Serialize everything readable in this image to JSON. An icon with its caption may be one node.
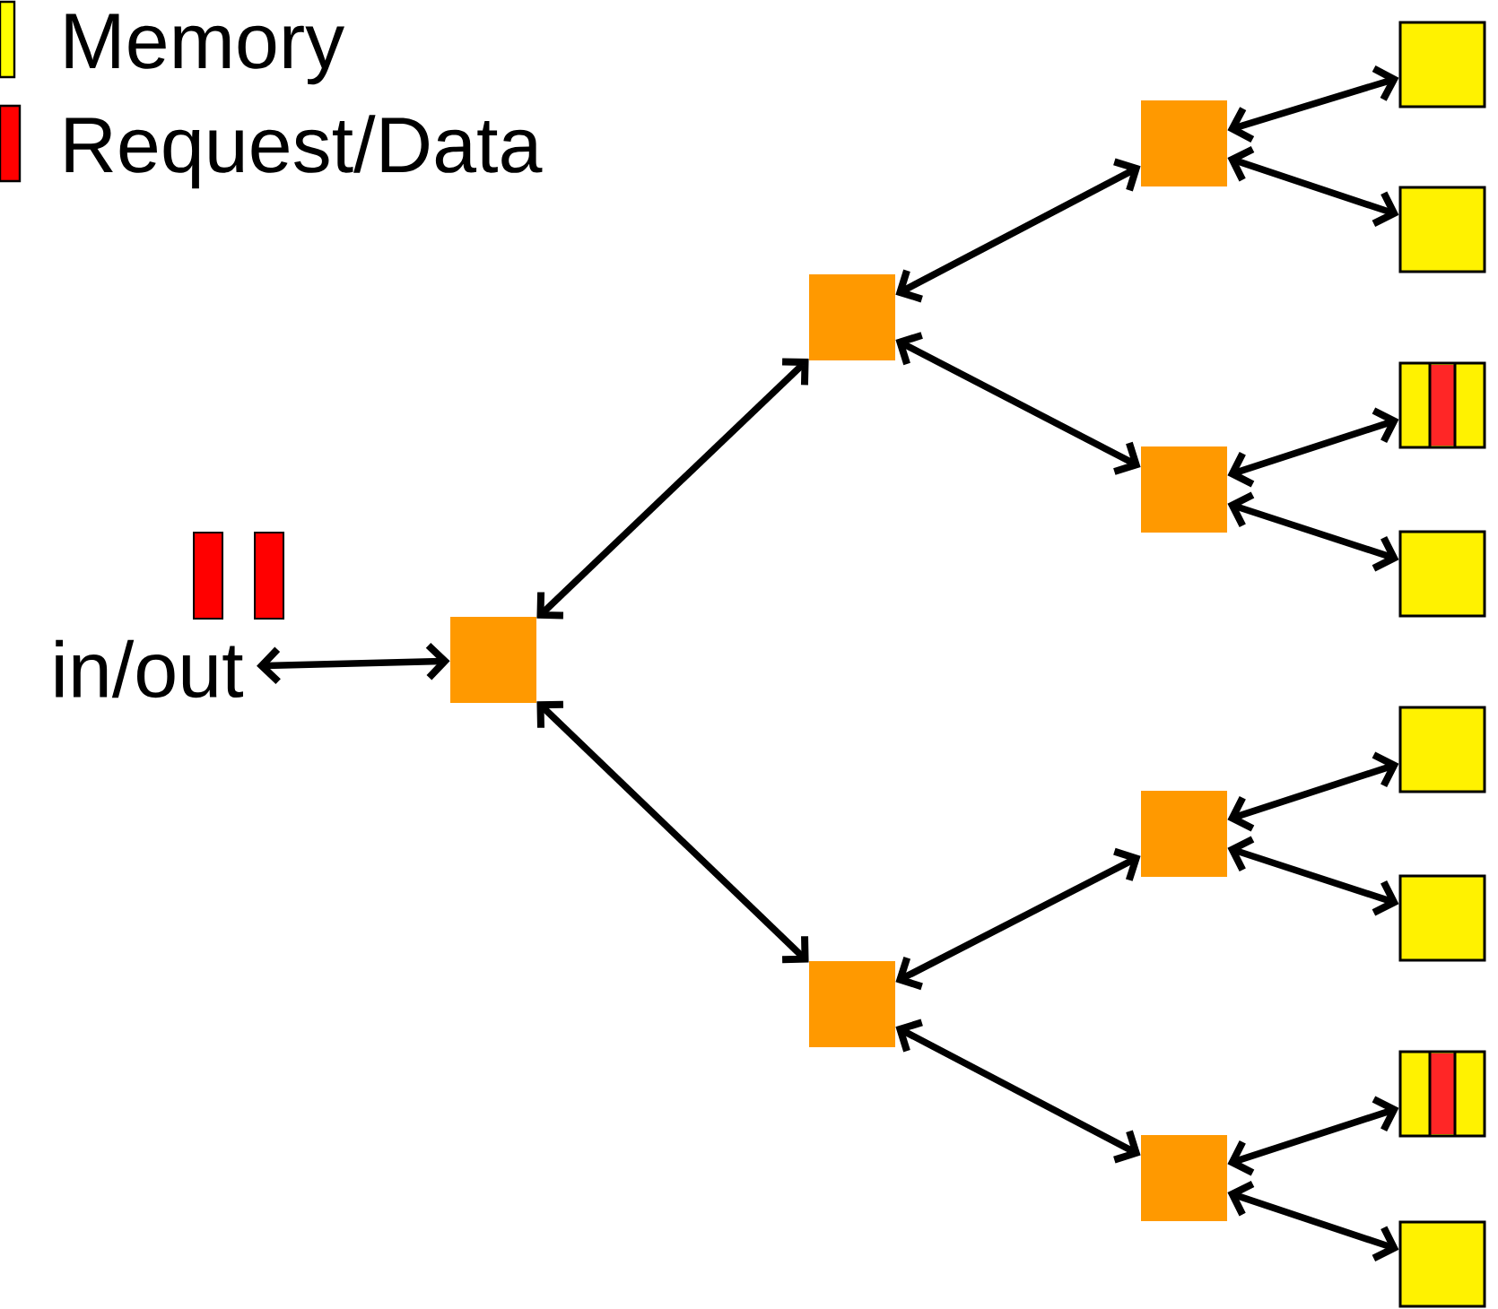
{
  "diagram": {
    "nodes": [
      {
        "text": [
          "in/out"
        ]
      },
      {
        "text": [],
        "shape": "box"
      },
      {
        "text": [],
        "shape": "box"
      },
      {
        "text": [],
        "shape": "box"
      },
      {
        "text": [],
        "shape": "box"
      },
      {
        "text": [],
        "shape": "box"
      },
      {
        "text": [],
        "shape": "box"
      },
      {
        "text": [],
        "shape": "box"
      },
      {
        "text": [],
        "shape": "box"
      },
      {
        "text": [],
        "shape": "box"
      },
      {
        "text": [],
        "shape": "box"
      },
      {
        "text": [],
        "shape": "box"
      },
      {
        "text": [],
        "shape": "box"
      },
      {
        "text": [],
        "shape": "box"
      },
      {
        "text": [],
        "shape": "box"
      },
      {
        "text": [],
        "shape": "box"
      }
    ],
    "edges": [
      {
        "from": 0,
        "to": 1,
        "arrow": "both"
      },
      {
        "from": 1,
        "to": 2,
        "arrow": "both"
      },
      {
        "from": 1,
        "to": 3,
        "arrow": "both"
      },
      {
        "from": 2,
        "to": 4,
        "arrow": "both"
      },
      {
        "from": 2,
        "to": 5,
        "arrow": "both"
      },
      {
        "from": 3,
        "to": 6,
        "arrow": "both"
      },
      {
        "from": 3,
        "to": 7,
        "arrow": "both"
      },
      {
        "from": 4,
        "to": 8,
        "arrow": "both"
      },
      {
        "from": 4,
        "to": 9,
        "arrow": "both"
      },
      {
        "from": 5,
        "to": 10,
        "arrow": "both"
      },
      {
        "from": 5,
        "to": 11,
        "arrow": "both"
      },
      {
        "from": 6,
        "to": 12,
        "arrow": "both"
      },
      {
        "from": 6,
        "to": 13,
        "arrow": "both"
      },
      {
        "from": 7,
        "to": 14,
        "arrow": "both"
      },
      {
        "from": 7,
        "to": 15,
        "arrow": "both"
      }
    ],
    "legend": [
      {
        "text": "Memory",
        "color": "#ffff00"
      },
      {
        "text": "Request/Data",
        "color": "#ff0000"
      }
    ]
  }
}
